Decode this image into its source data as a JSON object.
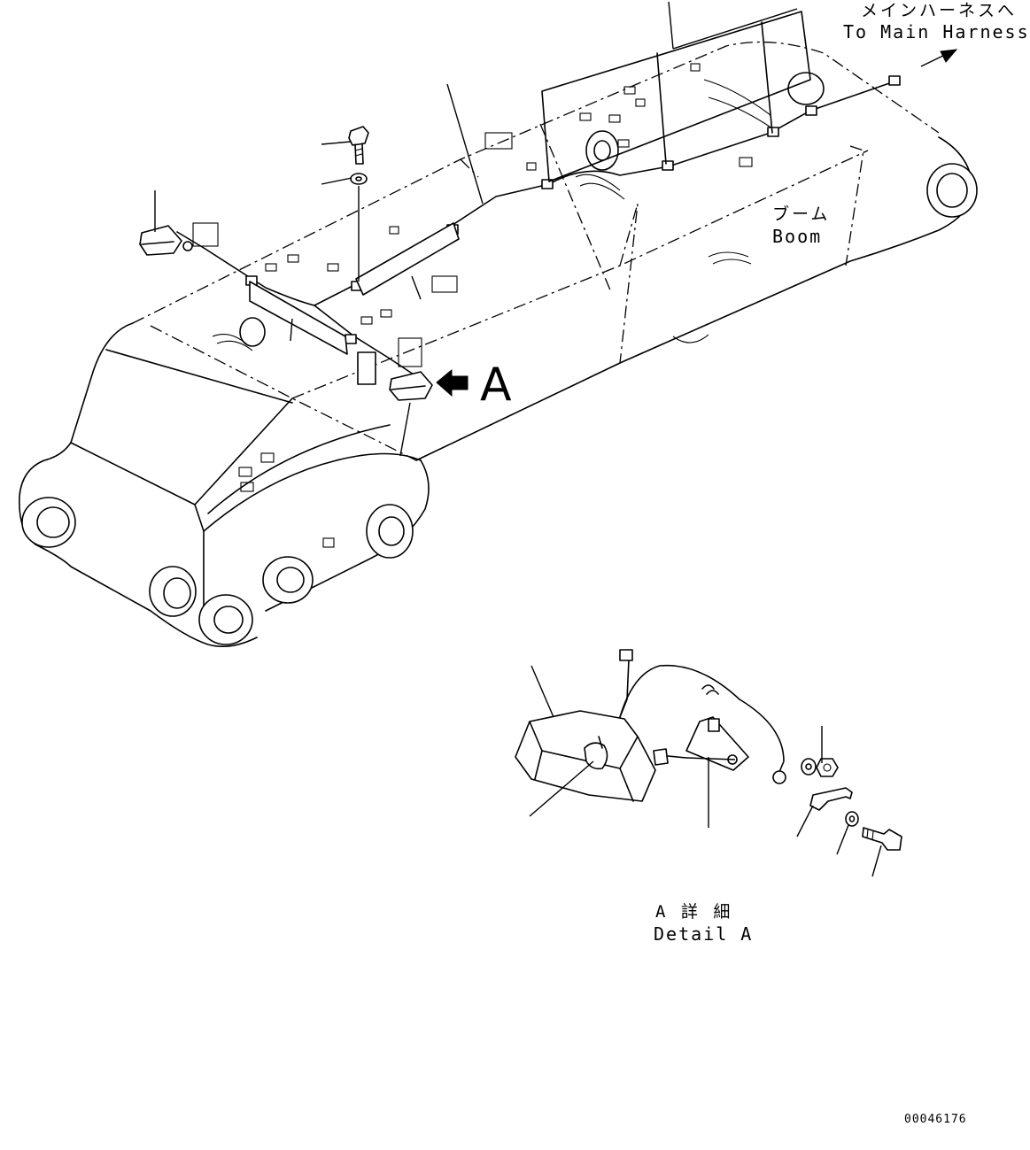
{
  "labels": {
    "main_harness_jp": "メインハーネスへ",
    "main_harness_en": "To Main Harness",
    "boom_jp": "ブーム",
    "boom_en": "Boom",
    "view_letter": "A",
    "detail_jp": "A 詳 細",
    "detail_en": "Detail A",
    "drawing_number": "00046176"
  },
  "colors": {
    "line": "#000000",
    "background": "#ffffff"
  }
}
